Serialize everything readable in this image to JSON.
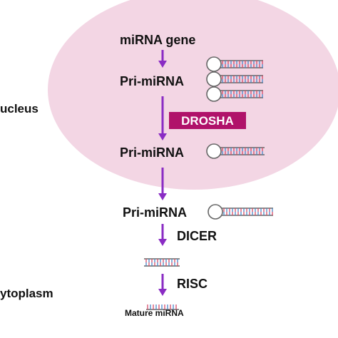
{
  "labels": {
    "mirna_gene": "miRNA gene",
    "pri_mirna_1": "Pri-miRNA",
    "drosha": "DROSHA",
    "pri_mirna_2": "Pri-miRNA",
    "pri_mirna_3": "Pri-miRNA",
    "dicer": "DICER",
    "risc": "RISC",
    "mature_mirna": "Mature miRNA",
    "nucleus": "ucleus",
    "cytoplasm": "ytoplasm"
  },
  "colors": {
    "nucleus_fill": "#f3d6e4",
    "arrow": "#8a2cc4",
    "drosha_bg": "#b0126a",
    "drosha_text": "#ffffff",
    "strand_red": "#d64a6a",
    "strand_blue": "#4a86c8",
    "strand_gray": "#666666",
    "mature_label": "#d4175a"
  }
}
